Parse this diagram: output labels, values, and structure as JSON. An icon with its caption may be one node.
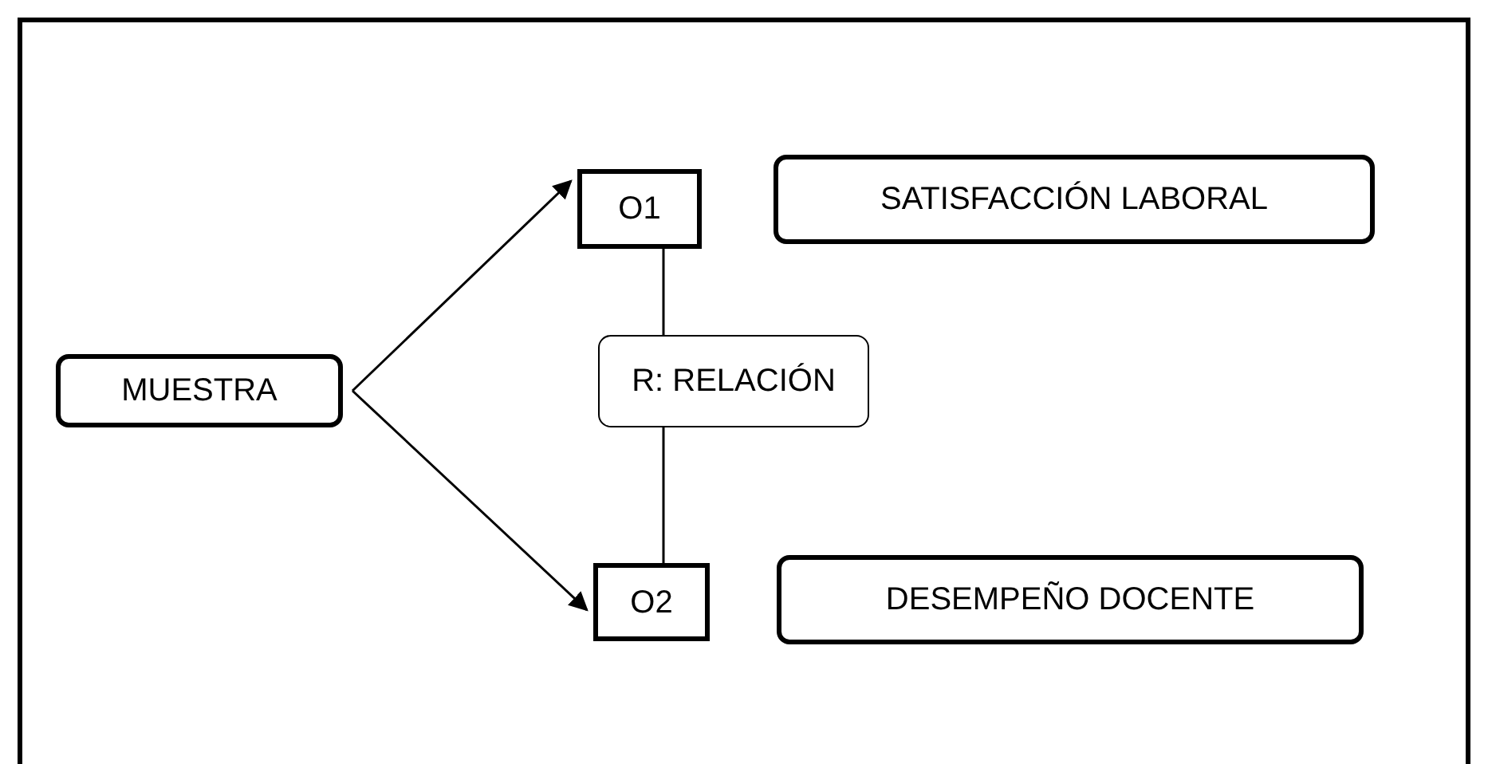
{
  "diagram": {
    "nodes": [
      {
        "text": [
          "MUESTRA"
        ]
      },
      {
        "text": [
          "O1"
        ]
      },
      {
        "text": [
          "SATISFACCIÓN LABORAL"
        ]
      },
      {
        "text": [
          "R: RELACIÓN"
        ]
      },
      {
        "text": [
          "O2"
        ]
      },
      {
        "text": [
          "DESEMPEÑO DOCENTE"
        ]
      }
    ],
    "edges": [
      {
        "from": 0,
        "to": 1,
        "arrow": "to"
      },
      {
        "from": 0,
        "to": 4,
        "arrow": "to"
      },
      {
        "from": 1,
        "to": 3,
        "arrow": "none"
      },
      {
        "from": 3,
        "to": 4,
        "arrow": "none"
      }
    ]
  }
}
